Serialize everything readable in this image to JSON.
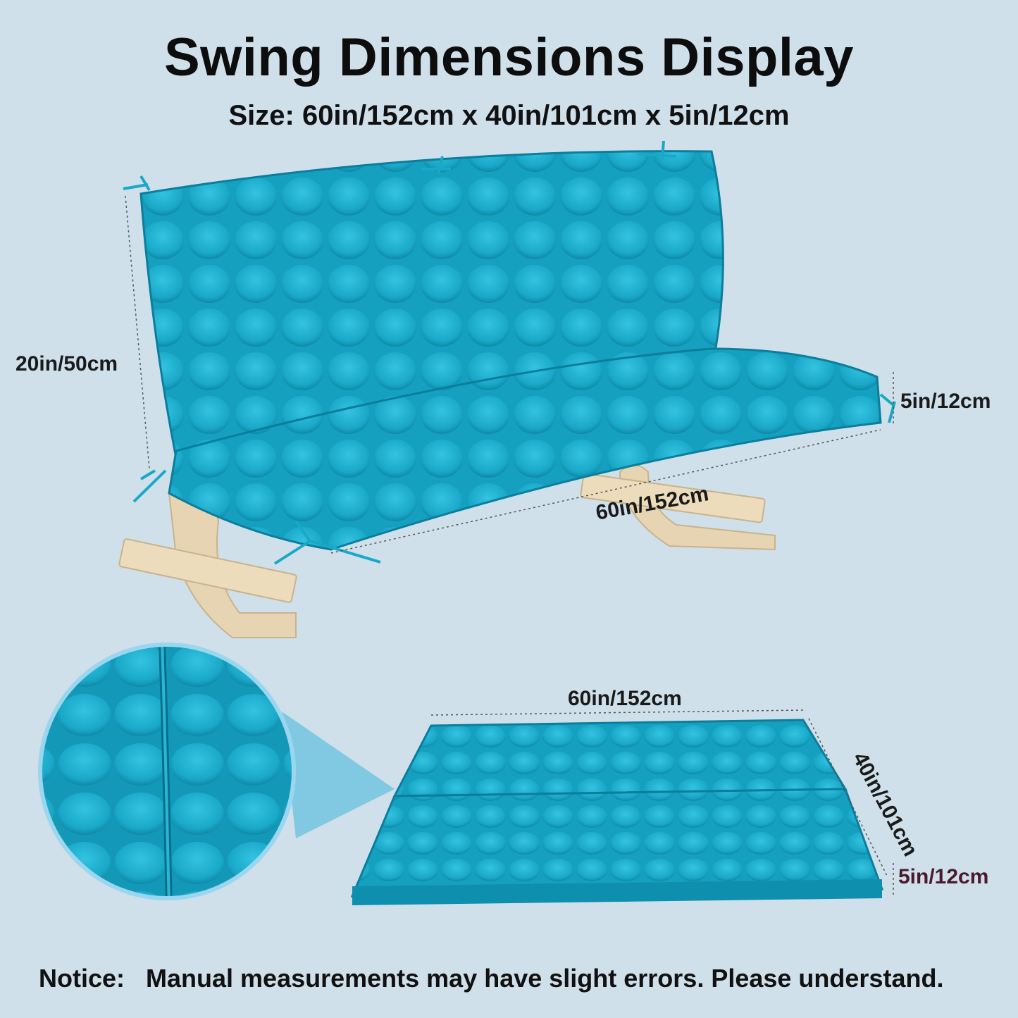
{
  "header": {
    "title": "Swing Dimensions Display",
    "size_line": "Size: 60in/152cm x 40in/101cm x 5in/12cm"
  },
  "swing_view": {
    "height_label": "20in/50cm",
    "thickness_label": "5in/12cm",
    "length_label": "60in/152cm"
  },
  "flat_view": {
    "length_label": "60in/152cm",
    "width_label": "40in/101cm",
    "thickness_label": "5in/12cm"
  },
  "footer": {
    "notice_label": "Notice:",
    "notice_text": "Manual measurements may have slight errors. Please understand."
  },
  "colors": {
    "background": "#cfe0ea",
    "cushion": "#1aa8c8",
    "cushion_dark": "#0d86a6",
    "frame": "#e6d2b0"
  }
}
